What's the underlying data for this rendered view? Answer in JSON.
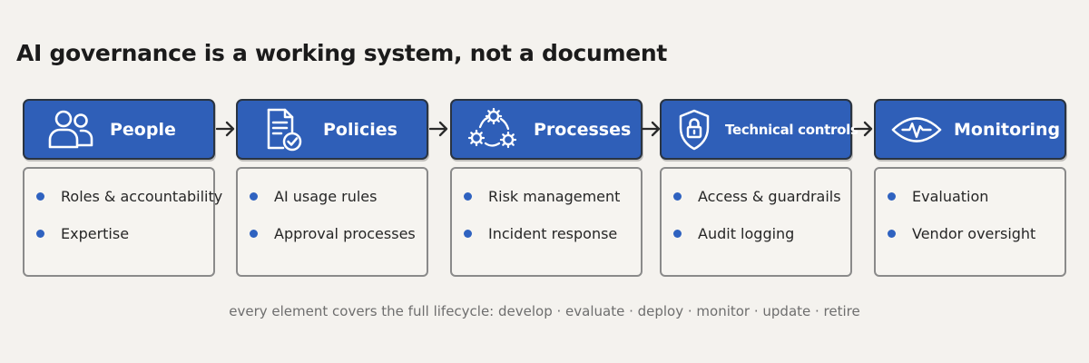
{
  "title": "AI governance is a working system, not a document",
  "stages": [
    {
      "label": "People",
      "icon": "people-icon",
      "items": [
        "Roles & accountability",
        "Expertise"
      ]
    },
    {
      "label": "Policies",
      "icon": "policy-document-icon",
      "items": [
        "AI usage rules",
        "Approval processes"
      ]
    },
    {
      "label": "Processes",
      "icon": "gears-cycle-icon",
      "items": [
        "Risk management",
        "Incident response"
      ]
    },
    {
      "label": "Technical controls",
      "icon": "shield-lock-icon",
      "items": [
        "Access & guardrails",
        "Audit logging"
      ]
    },
    {
      "label": "Monitoring",
      "icon": "eye-pulse-icon",
      "items": [
        "Evaluation",
        "Vendor oversight"
      ]
    }
  ],
  "footer": "every element covers the full lifecycle: develop · evaluate · deploy · monitor · update · retire",
  "colors": {
    "header_fill": "#2f5fb8",
    "bullet": "#2f62c0",
    "background": "#f4f2ee"
  }
}
